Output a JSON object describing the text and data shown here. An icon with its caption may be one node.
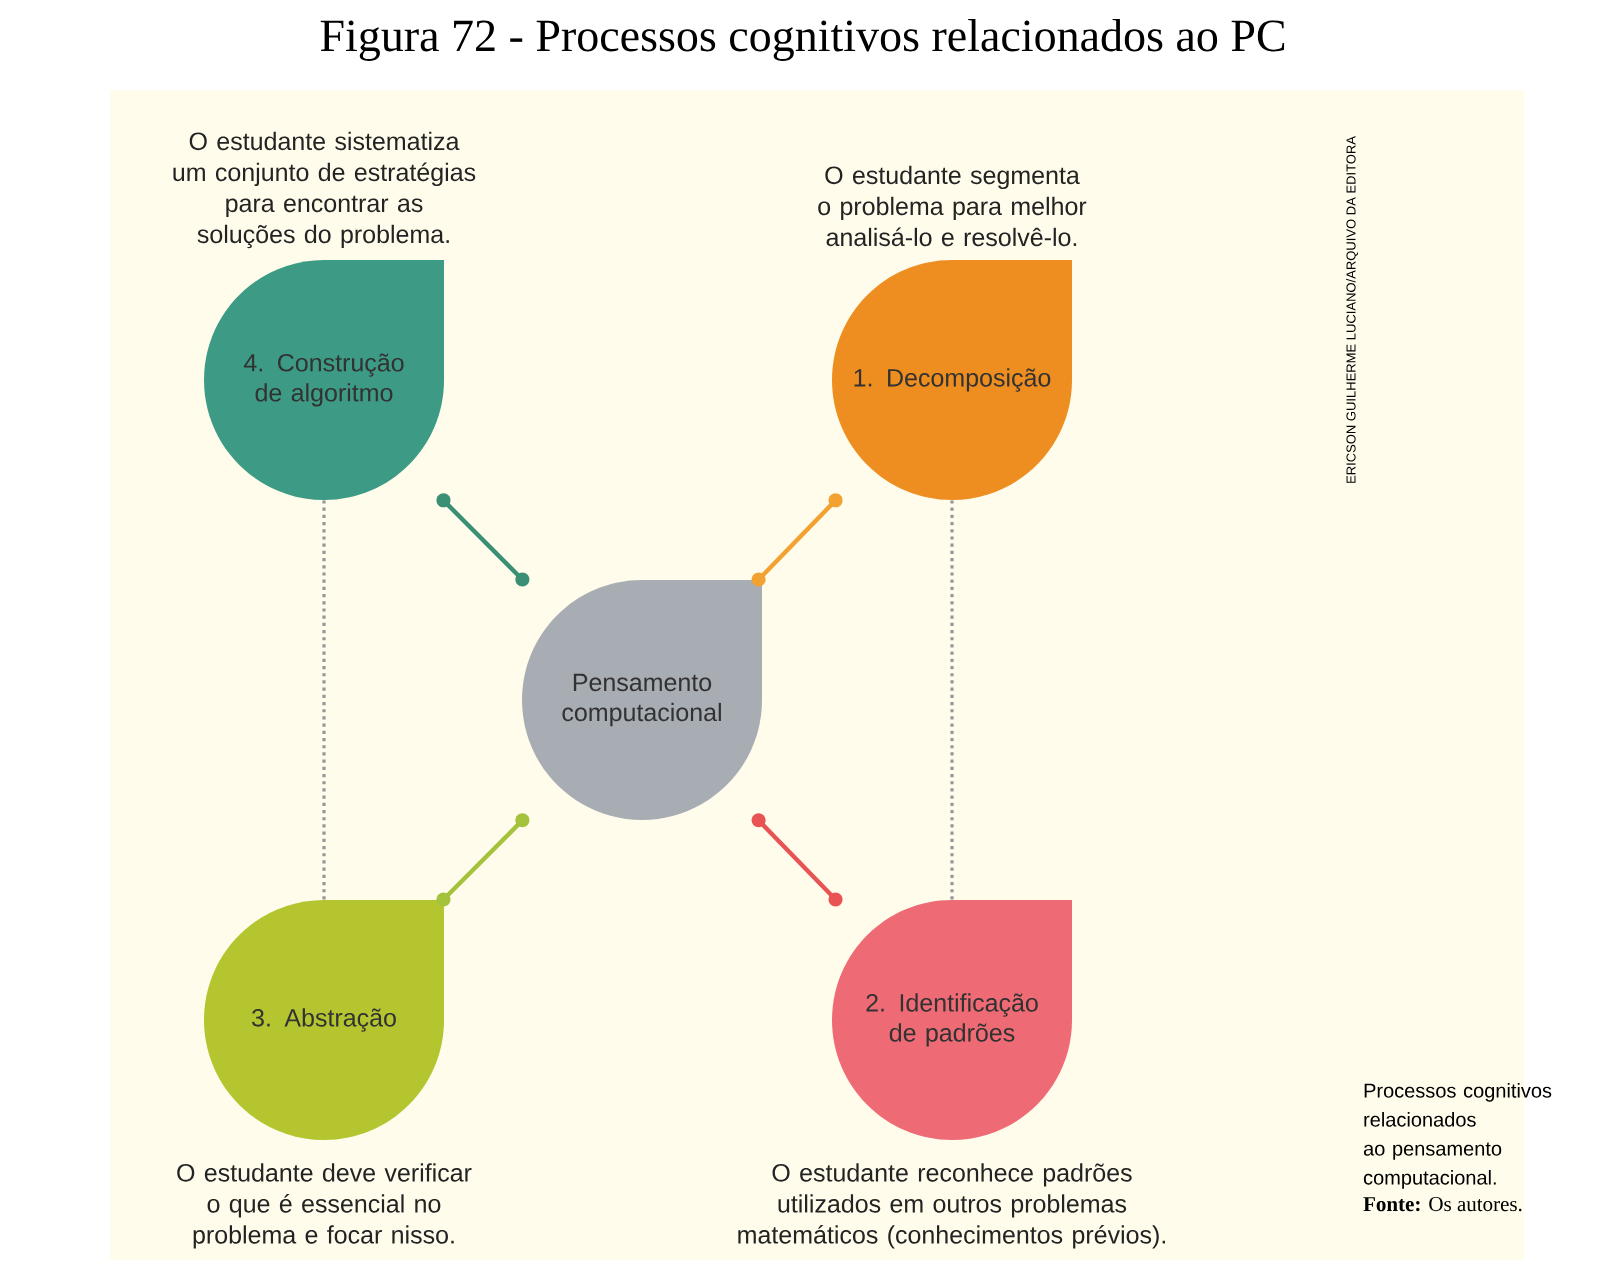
{
  "diagram": {
    "title": "Figura 72 - Processos cognitivos relacionados ao PC",
    "nodes": [
      {
        "text": [
          "4. Construção de algoritmo"
        ],
        "beside": [
          "O estudante sistematiza um conjunto de estratégias para encontrar as soluções do problema."
        ]
      },
      {
        "text": [
          "1. Decomposição"
        ],
        "beside": [
          "O estudante segmenta o problema para melhor analisá-lo e resolvê-lo."
        ]
      },
      {
        "text": [
          "Pensamento computacional"
        ]
      },
      {
        "text": [
          "3. Abstração"
        ],
        "beside": [
          "O estudante deve verificar o que é essencial no problema e focar nisso."
        ]
      },
      {
        "text": [
          "2. Identificação de padrões"
        ],
        "beside": [
          "O estudante reconhece padrões utilizados em outros problemas matemáticos (conhecimentos prévios)."
        ]
      }
    ],
    "edges": [
      {
        "from": 2,
        "to": 0,
        "arrow": "other",
        "color": "#3a8f74"
      },
      {
        "from": 2,
        "to": 1,
        "arrow": "other",
        "color": "#f2a230"
      },
      {
        "from": 2,
        "to": 3,
        "arrow": "other",
        "color": "#a4c23c"
      },
      {
        "from": 2,
        "to": 4,
        "arrow": "other",
        "color": "#e85454"
      },
      {
        "from": 0,
        "to": 3,
        "arrow": "none",
        "style": "dashed"
      },
      {
        "from": 1,
        "to": 4,
        "arrow": "none",
        "style": "dashed"
      }
    ],
    "labels": [
      "ERICSON GUILHERME LUCIANO/ARQUIVO DA EDITORA",
      "Processos cognitivos relacionados ao pensamento computacional.",
      "**Fonte:** Os autores."
    ]
  }
}
